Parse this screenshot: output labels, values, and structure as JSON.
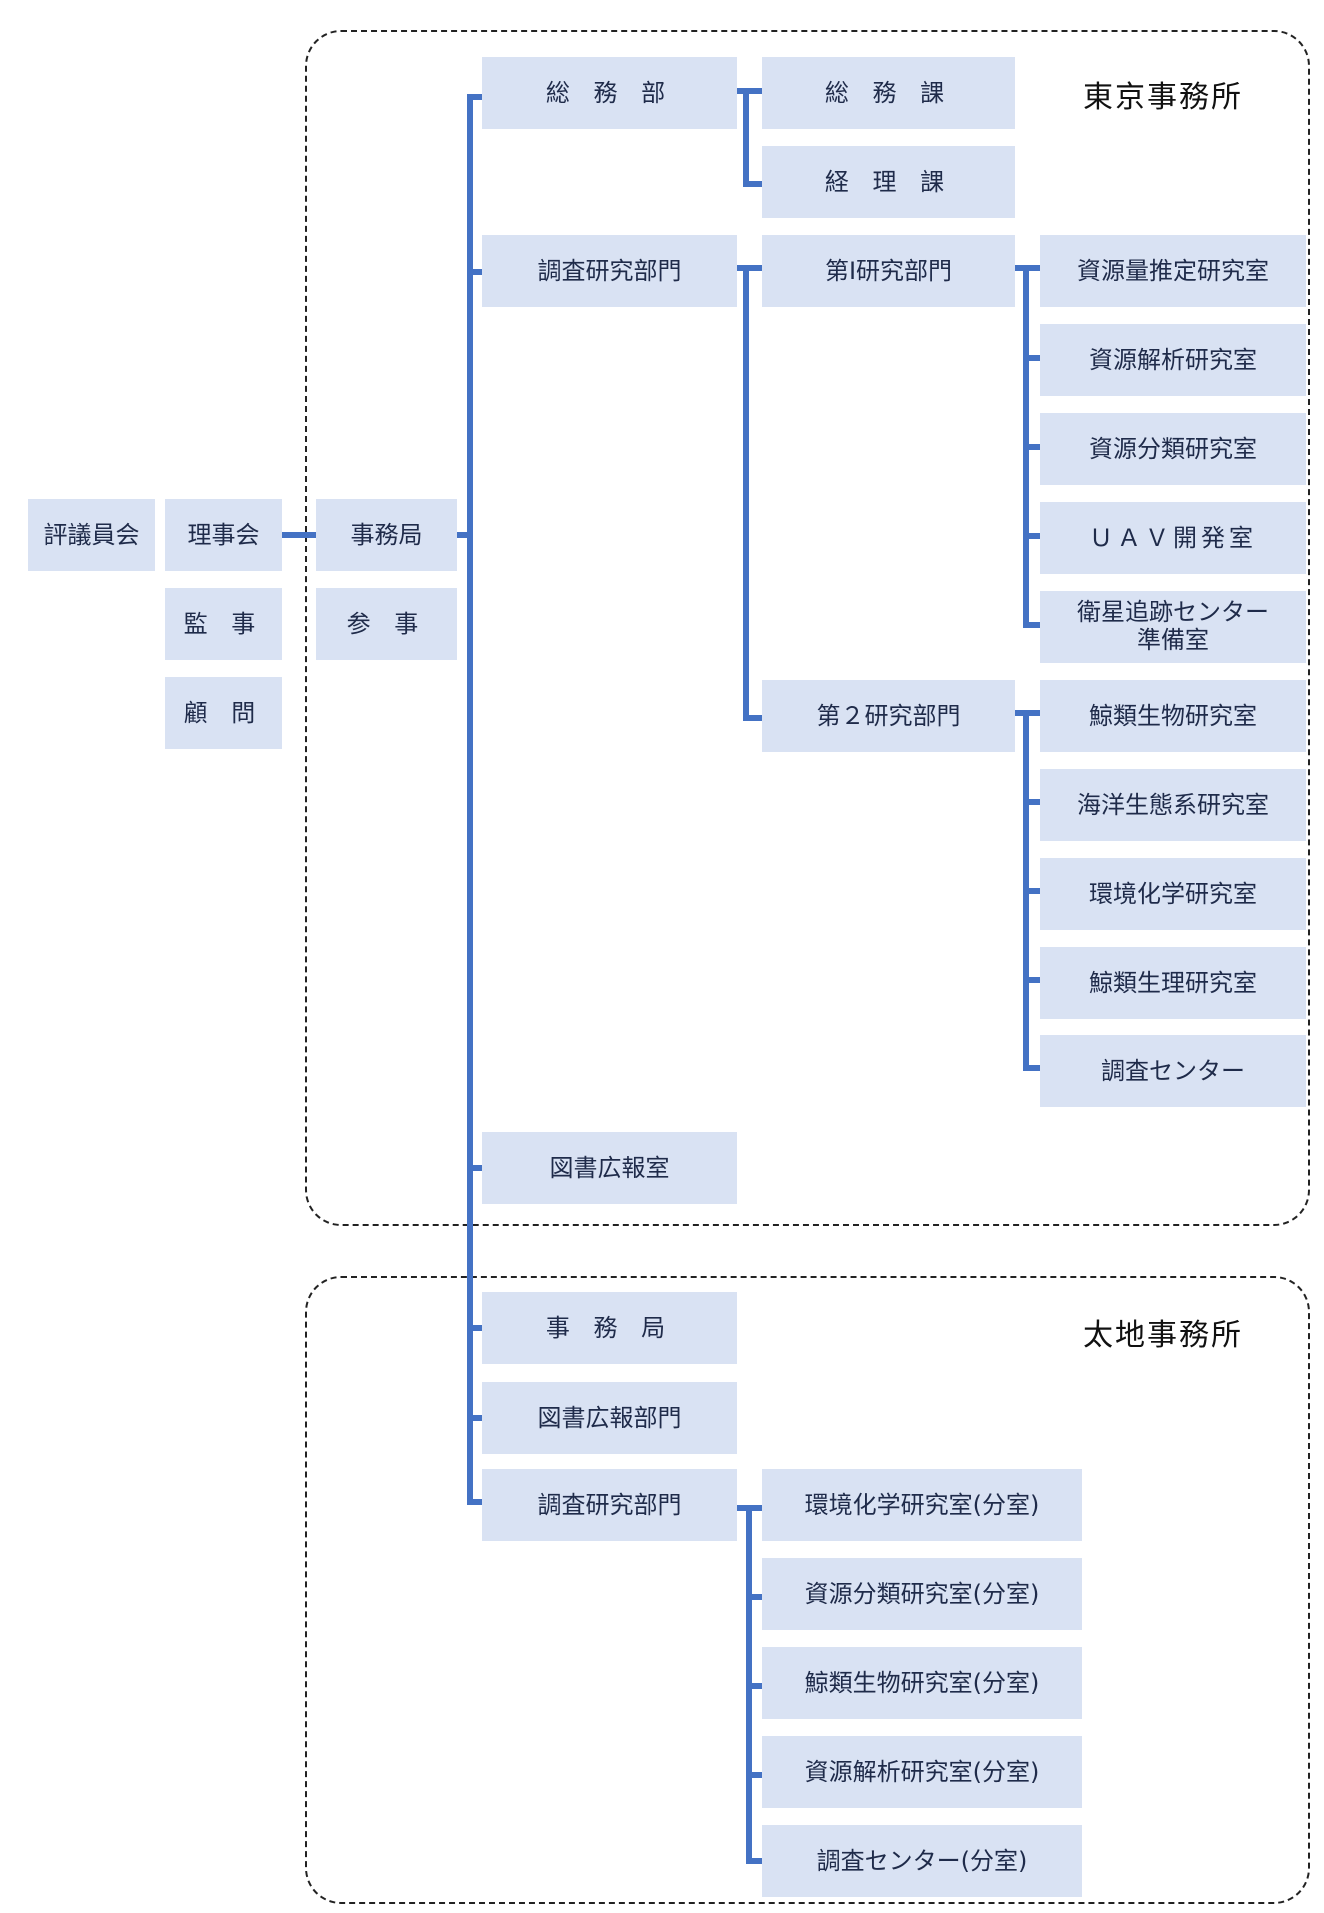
{
  "regions": {
    "tokyo": {
      "title": "東京事務所"
    },
    "taiji": {
      "title": "太地事務所"
    }
  },
  "top": {
    "council": "評議員会",
    "board": "理事会",
    "auditor": "監 事",
    "advisor": "顧 問",
    "secretariat": "事務局",
    "counselor": "参 事"
  },
  "tokyo": {
    "general_affairs": "総 務 部",
    "general_affairs_section": "総 務 課",
    "accounting_section": "経 理 課",
    "research_div": "調査研究部門",
    "research_dept_1": "第Ⅰ研究部門",
    "research_dept_2": "第２研究部門",
    "dept1_labs": [
      "資源量推定研究室",
      "資源解析研究室",
      "資源分類研究室",
      "ＵＡＶ開発室",
      "衛星追跡センター\n準備室"
    ],
    "dept2_labs": [
      "鯨類生物研究室",
      "海洋生態系研究室",
      "環境化学研究室",
      "鯨類生理研究室",
      "調査センター"
    ],
    "library_pr": "図書広報室"
  },
  "taiji": {
    "secretariat": "事 務 局",
    "library_pr": "図書広報部門",
    "research_div": "調査研究部門",
    "branch_labs": [
      "環境化学研究室(分室)",
      "資源分類研究室(分室)",
      "鯨類生物研究室(分室)",
      "資源解析研究室(分室)",
      "調査センター(分室)"
    ]
  },
  "colors": {
    "box_fill": "#d9e2f3",
    "connector": "#4472c4",
    "region_border": "#222222"
  }
}
